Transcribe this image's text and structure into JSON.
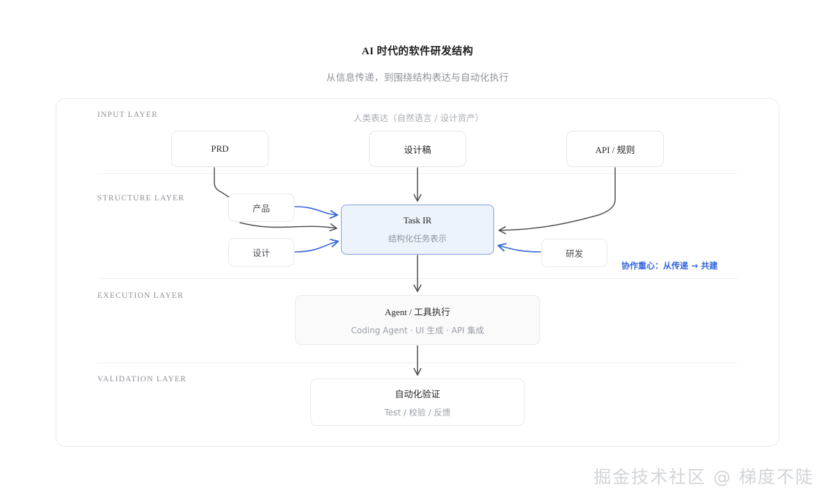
{
  "header": {
    "title": "AI 时代的软件研发结构",
    "subtitle": "从信息传递，到围绕结构表达与自动化执行"
  },
  "layers": {
    "input": {
      "label": "INPUT LAYER",
      "note": "人类表达（自然语言 / 设计资产）",
      "nodes": [
        {
          "title": "PRD"
        },
        {
          "title": "设计稿"
        },
        {
          "title": "API / 规则"
        }
      ]
    },
    "structure": {
      "label": "STRUCTURE LAYER",
      "note": "协作重心：从传递 → 共建",
      "roles": [
        {
          "label": "产品"
        },
        {
          "label": "设计"
        },
        {
          "label": "研发"
        }
      ],
      "hub": {
        "title": "Task IR",
        "subtitle": "结构化任务表示"
      }
    },
    "execution": {
      "label": "EXECUTION LAYER",
      "node": {
        "title": "Agent / 工具执行",
        "subtitle": "Coding Agent · UI 生成 · API 集成"
      }
    },
    "validation": {
      "label": "VALIDATION LAYER",
      "node": {
        "title": "自动化验证",
        "subtitle": "Test / 校验 / 反馈"
      }
    }
  },
  "watermark": "掘金技术社区 @ 梯度不陡",
  "colors": {
    "accent_blue": "#3366dd",
    "hub_fill": "#edf3fb",
    "hub_border": "#7ba3d8",
    "arrow_gray": "#4a4d52",
    "divider": "#eceef0",
    "panel_border": "#e9eaec",
    "muted_text": "#9a9ea5",
    "watermark": "#d2d4d8"
  }
}
